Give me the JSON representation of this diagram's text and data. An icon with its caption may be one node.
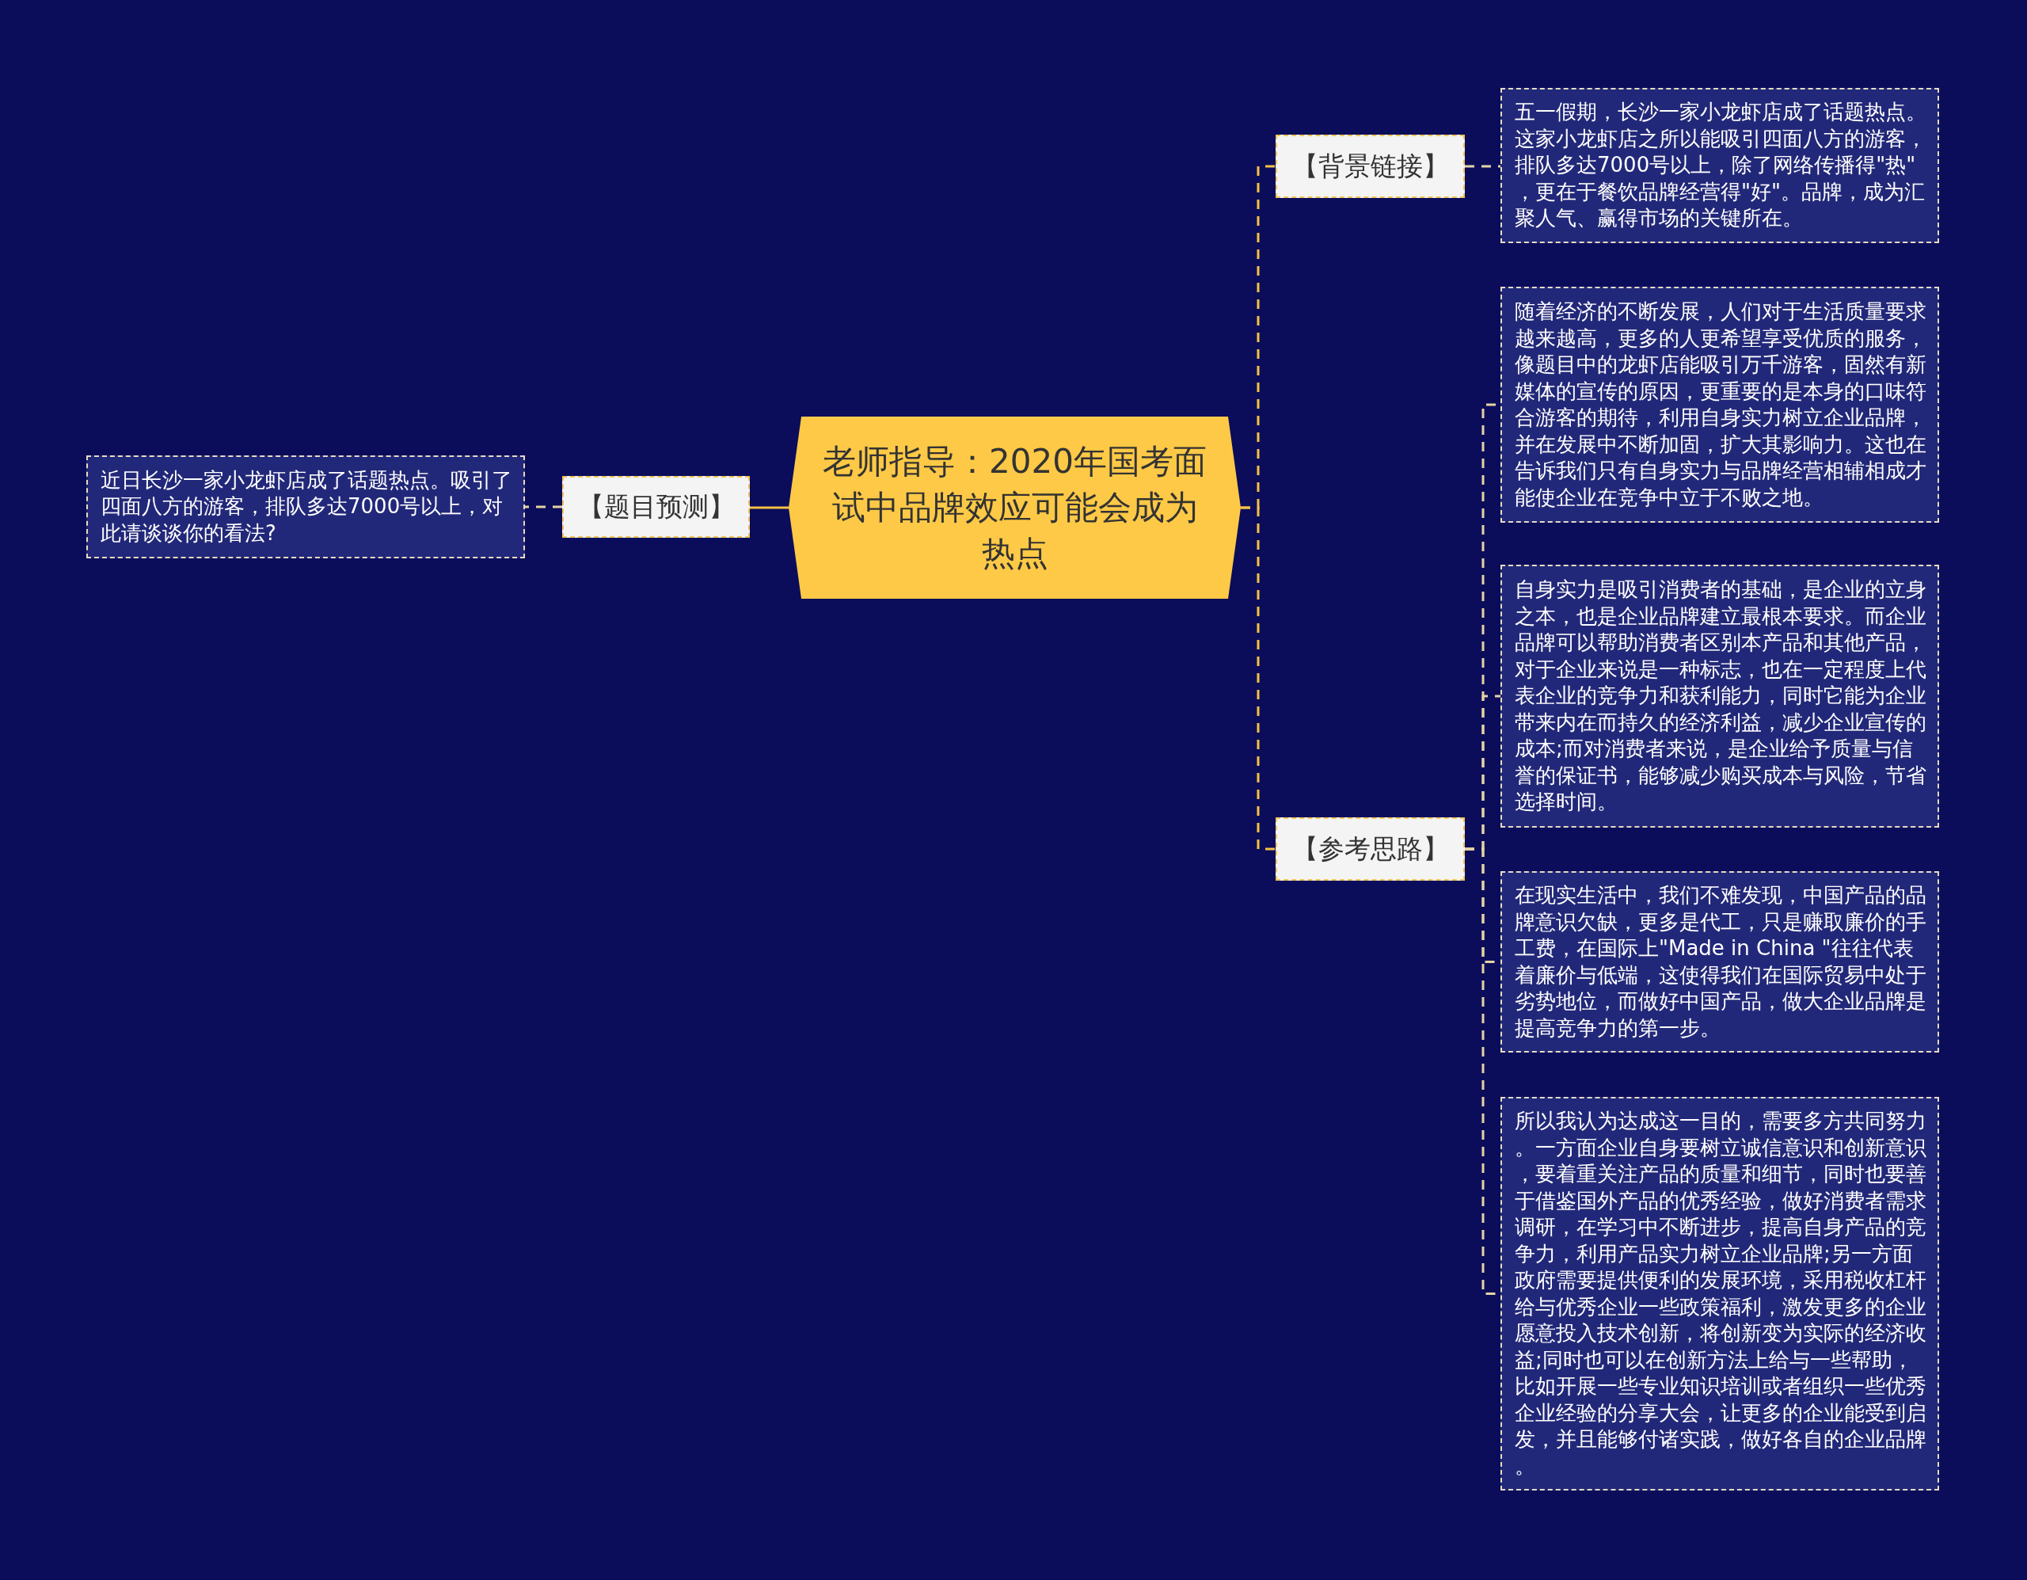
{
  "diagram": {
    "nodes": [
      {
        "text": [
          "老师指导：2020年国考面试中品牌效应可能会成为热点"
        ]
      },
      {
        "text": [
          "【题目预测】"
        ]
      },
      {
        "text": [
          "近日长沙一家小龙虾店成了话题热点。吸引了四面八方的游客，排队多达7000号以上，对此请谈谈你的看法?"
        ]
      },
      {
        "text": [
          "【背景链接】"
        ]
      },
      {
        "text": [
          "五一假期，长沙一家小龙虾店成了话题热点。这家小龙虾店之所以能吸引四面八方的游客，排队多达7000号以上，除了网络传播得\"热\"，更在于餐饮品牌经营得\"好\"。品牌，成为汇聚人气、赢得市场的关键所在。"
        ]
      },
      {
        "text": [
          "【参考思路】"
        ]
      },
      {
        "text": [
          "随着经济的不断发展，人们对于生活质量要求越来越高，更多的人更希望享受优质的服务，像题目中的龙虾店能吸引万千游客，固然有新媒体的宣传的原因，更重要的是本身的口味符合游客的期待，利用自身实力树立企业品牌，并在发展中不断加固，扩大其影响力。这也在告诉我们只有自身实力与品牌经营相辅相成才能使企业在竞争中立于不败之地。"
        ]
      },
      {
        "text": [
          "自身实力是吸引消费者的基础，是企业的立身之本，也是企业品牌建立最根本要求。而企业品牌可以帮助消费者区别本产品和其他产品，对于企业来说是一种标志，也在一定程度上代表企业的竞争力和获利能力，同时它能为企业带来内在而持久的经济利益，减少企业宣传的成本;而对消费者来说，是企业给予质量与信誉的保证书，能够减少购买成本与风险，节省选择时间。"
        ]
      },
      {
        "text": [
          "在现实生活中，我们不难发现，中国产品的品牌意识欠缺，更多是代工，只是赚取廉价的手工费，在国际上\"Made in China \"往往代表着廉价与低端，这使得我们在国际贸易中处于劣势地位，而做好中国产品，做大企业品牌是提高竞争力的第一步。"
        ]
      },
      {
        "text": [
          "所以我认为达成这一目的，需要多方共同努力。一方面企业自身要树立诚信意识和创新意识，要着重关注产品的质量和细节，同时也要善于借鉴国外产品的优秀经验，做好消费者需求调研，在学习中不断进步，提高自身产品的竞争力，利用产品实力树立企业品牌;另一方面政府需要提供便利的发展环境，采用税收杠杆给与优秀企业一些政策福利，激发更多的企业愿意投入技术创新，将创新变为实际的经济收益;同时也可以在创新方法上给与一些帮助，比如开展一些专业知识培训或者组织一些优秀企业经验的分享大会，让更多的企业能受到启发，并且能够付诸实践，做好各自的企业品牌。"
        ]
      }
    ],
    "edges": [
      {
        "from": 0,
        "to": 1,
        "arrow": "none",
        "color": "#f5c242"
      },
      {
        "from": 1,
        "to": 2,
        "arrow": "none",
        "style": "dashed"
      },
      {
        "from": 0,
        "to": 3,
        "arrow": "none",
        "style": "dashed",
        "color": "#f5c242"
      },
      {
        "from": 3,
        "to": 4,
        "arrow": "none",
        "style": "dashed"
      },
      {
        "from": 0,
        "to": 5,
        "arrow": "none",
        "style": "dashed",
        "color": "#f5c242"
      },
      {
        "from": 5,
        "to": 6,
        "arrow": "none",
        "style": "dashed"
      },
      {
        "from": 5,
        "to": 7,
        "arrow": "none",
        "style": "dashed"
      },
      {
        "from": 5,
        "to": 8,
        "arrow": "none",
        "style": "dashed"
      },
      {
        "from": 5,
        "to": 9,
        "arrow": "none",
        "style": "dashed"
      }
    ]
  }
}
